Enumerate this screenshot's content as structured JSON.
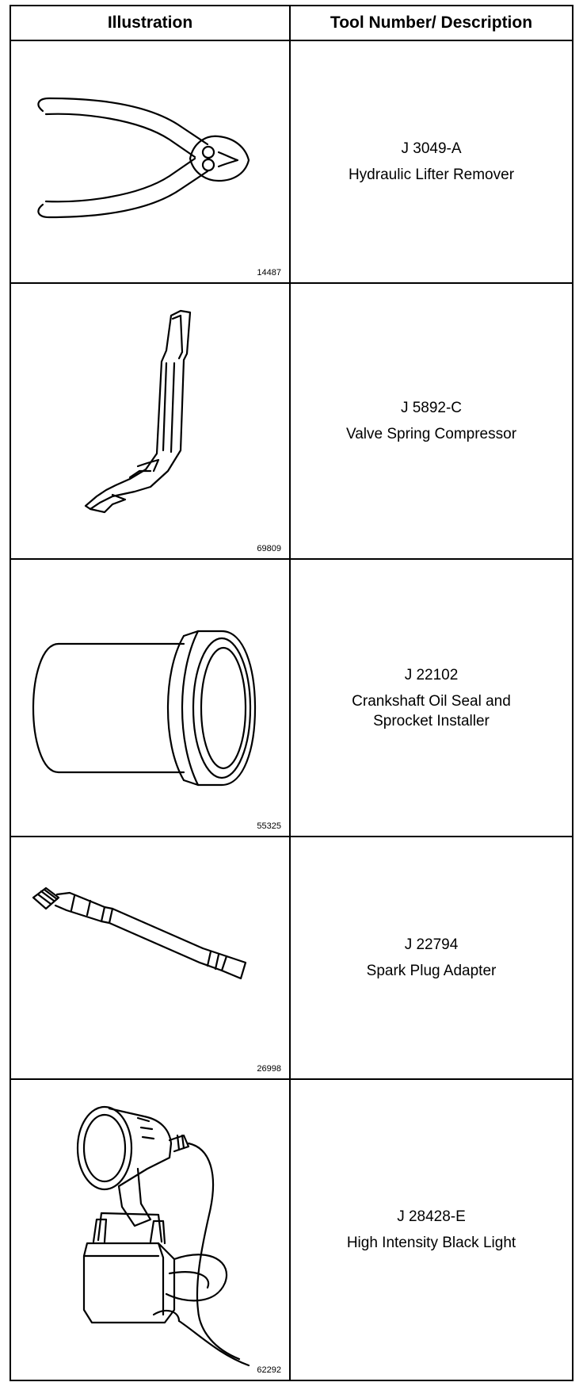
{
  "header": {
    "illustration": "Illustration",
    "tool": "Tool Number/ Description"
  },
  "rows": [
    {
      "figure": "14487",
      "number": "J 3049-A",
      "desc_lines": [
        "Hydraulic Lifter Remover"
      ],
      "icon": "pliers-icon"
    },
    {
      "figure": "69809",
      "number": "J 5892-C",
      "desc_lines": [
        "Valve Spring Compressor"
      ],
      "icon": "valve-spring-compressor-icon"
    },
    {
      "figure": "55325",
      "number": "J 22102",
      "desc_lines": [
        "Crankshaft Oil Seal and",
        "Sprocket Installer"
      ],
      "icon": "seal-installer-icon"
    },
    {
      "figure": "26998",
      "number": "J 22794",
      "desc_lines": [
        "Spark Plug Adapter"
      ],
      "icon": "spark-plug-adapter-icon"
    },
    {
      "figure": "62292",
      "number": "J 28428-E",
      "desc_lines": [
        "High Intensity Black Light"
      ],
      "icon": "black-light-icon"
    }
  ]
}
